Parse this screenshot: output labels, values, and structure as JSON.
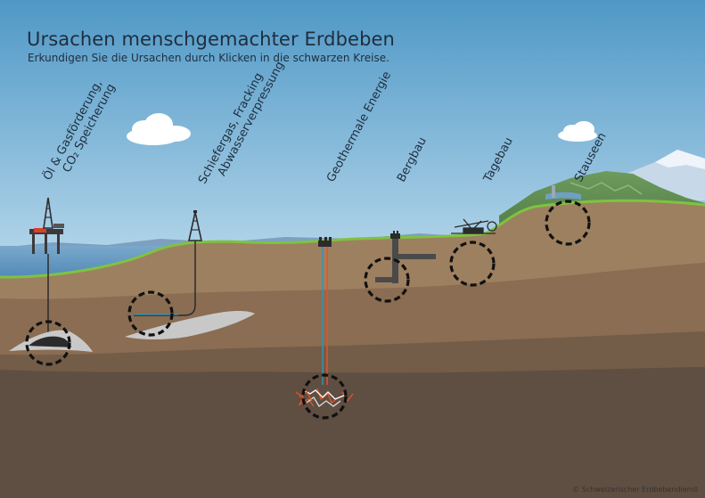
{
  "header": {
    "title": "Ursachen menschgemachter Erdbeben",
    "subtitle": "Erkundigen Sie die Ursachen durch Klicken in die schwarzen Kreise."
  },
  "categories": [
    {
      "line1": "Öl & Gasförderung,",
      "line2": "CO₂ Speicherung"
    },
    {
      "line1": "Schiefergas, Fracking",
      "line2": "Abwasserverpressung"
    },
    {
      "line1": "Geothermale Energie",
      "line2": ""
    },
    {
      "line1": "Bergbau",
      "line2": ""
    },
    {
      "line1": "Tagebau",
      "line2": ""
    },
    {
      "line1": "Stauseen",
      "line2": ""
    }
  ],
  "credit": "© Schweizerischer Erdbebendienst",
  "colors": {
    "sky_top": "#5b9ec9",
    "sky_bottom": "#ffffff",
    "sea": "#6f9fc4",
    "grass": "#7fc241",
    "soil_upper": "#9c7f5f",
    "soil_mid": "#876a50",
    "soil_lower": "#6b5645",
    "soil_deep": "#5c4c40",
    "reservoir_grey": "#c8c8c8",
    "hotspot_ring": "#111111",
    "geothermal_red": "#e0552a",
    "geothermal_blue": "#3c8fb0"
  }
}
